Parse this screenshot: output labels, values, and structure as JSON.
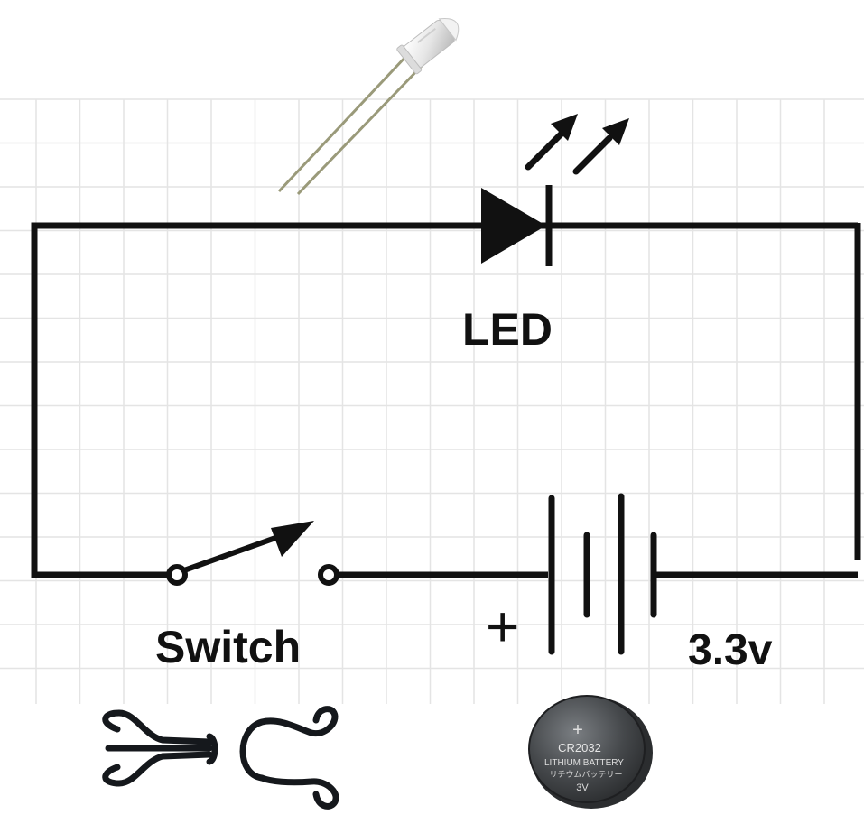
{
  "labels": {
    "led": "LED",
    "switch": "Switch",
    "voltage": "3.3v",
    "polarity": "+"
  },
  "battery_photo": {
    "top_mark": "+",
    "model": "CR2032",
    "type": "LITHIUM BATTERY",
    "japanese": "リチウムバッテリー",
    "voltage": "3V"
  },
  "colors": {
    "wire": "#111111",
    "grid": "#e4e4e4",
    "background": "#ffffff",
    "coin_cell": "#3f4245"
  }
}
